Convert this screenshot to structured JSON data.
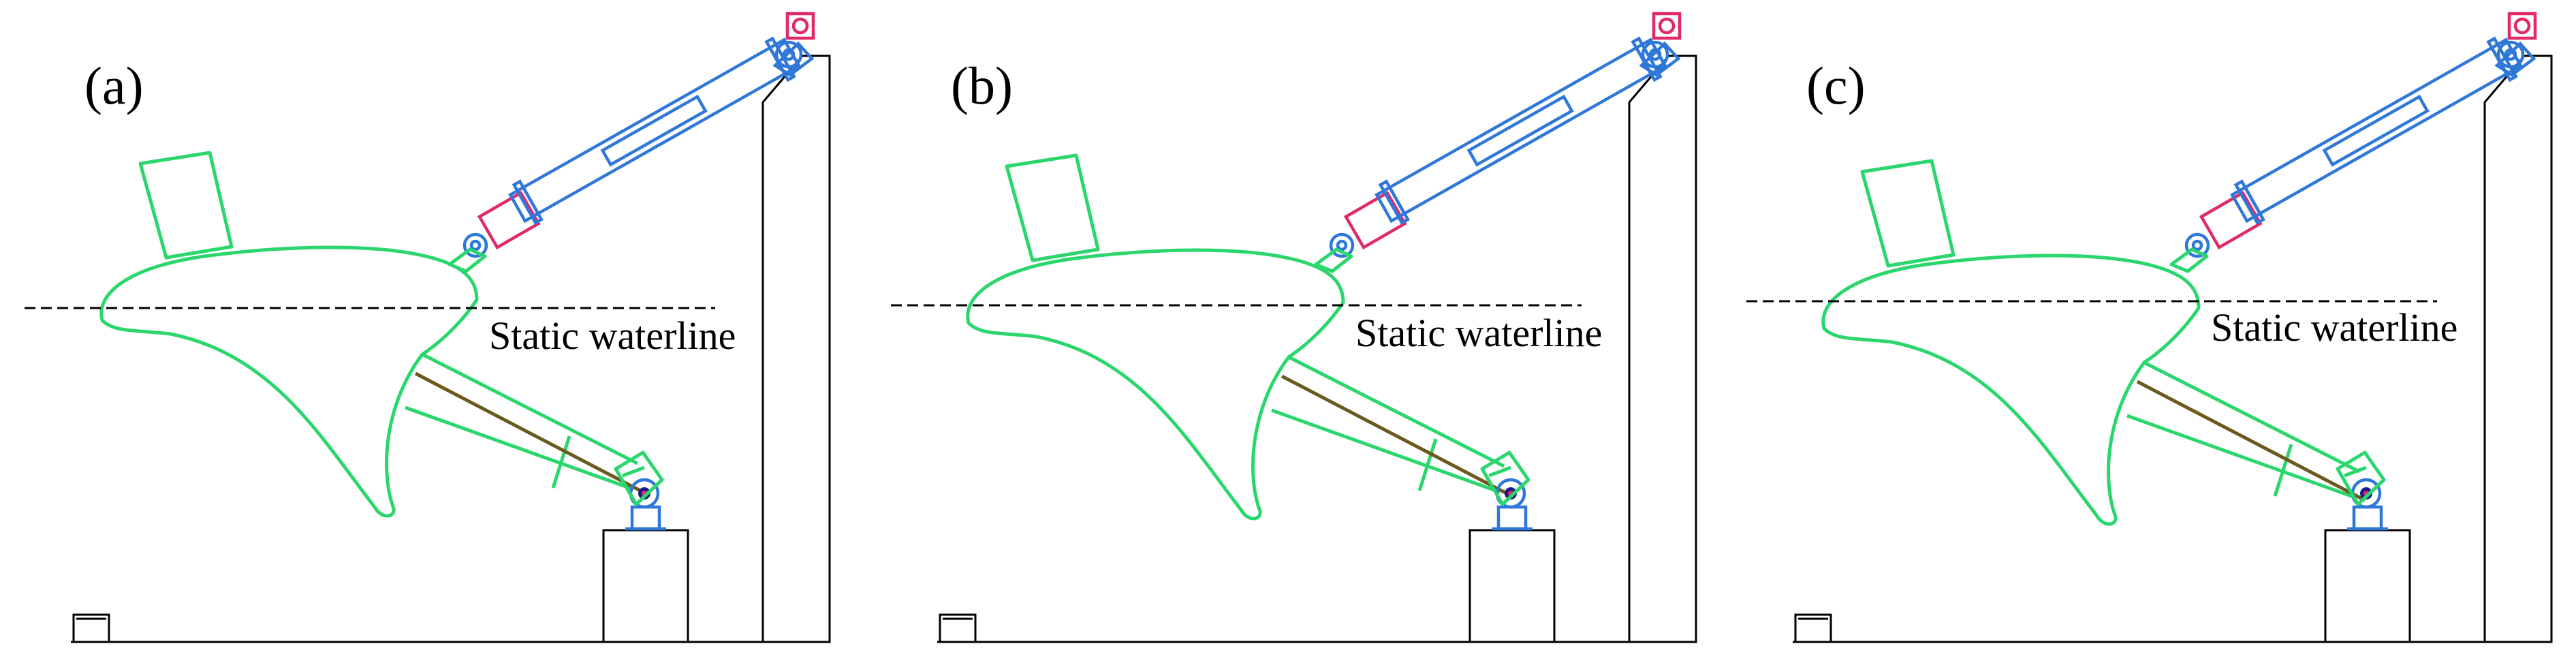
{
  "panels": [
    {
      "id": "a",
      "label": "(a)",
      "waterline_label": "Static waterline"
    },
    {
      "id": "b",
      "label": "(b)",
      "waterline_label": "Static waterline"
    },
    {
      "id": "c",
      "label": "(c)",
      "waterline_label": "Static waterline"
    }
  ],
  "colors": {
    "float_structure": "#2bd66c",
    "hydraulic_cylinder": "#2f78d8",
    "cylinder_joints": "#e0296b",
    "support_arm_rod": "#6b5a1e",
    "outline": "#000000"
  }
}
